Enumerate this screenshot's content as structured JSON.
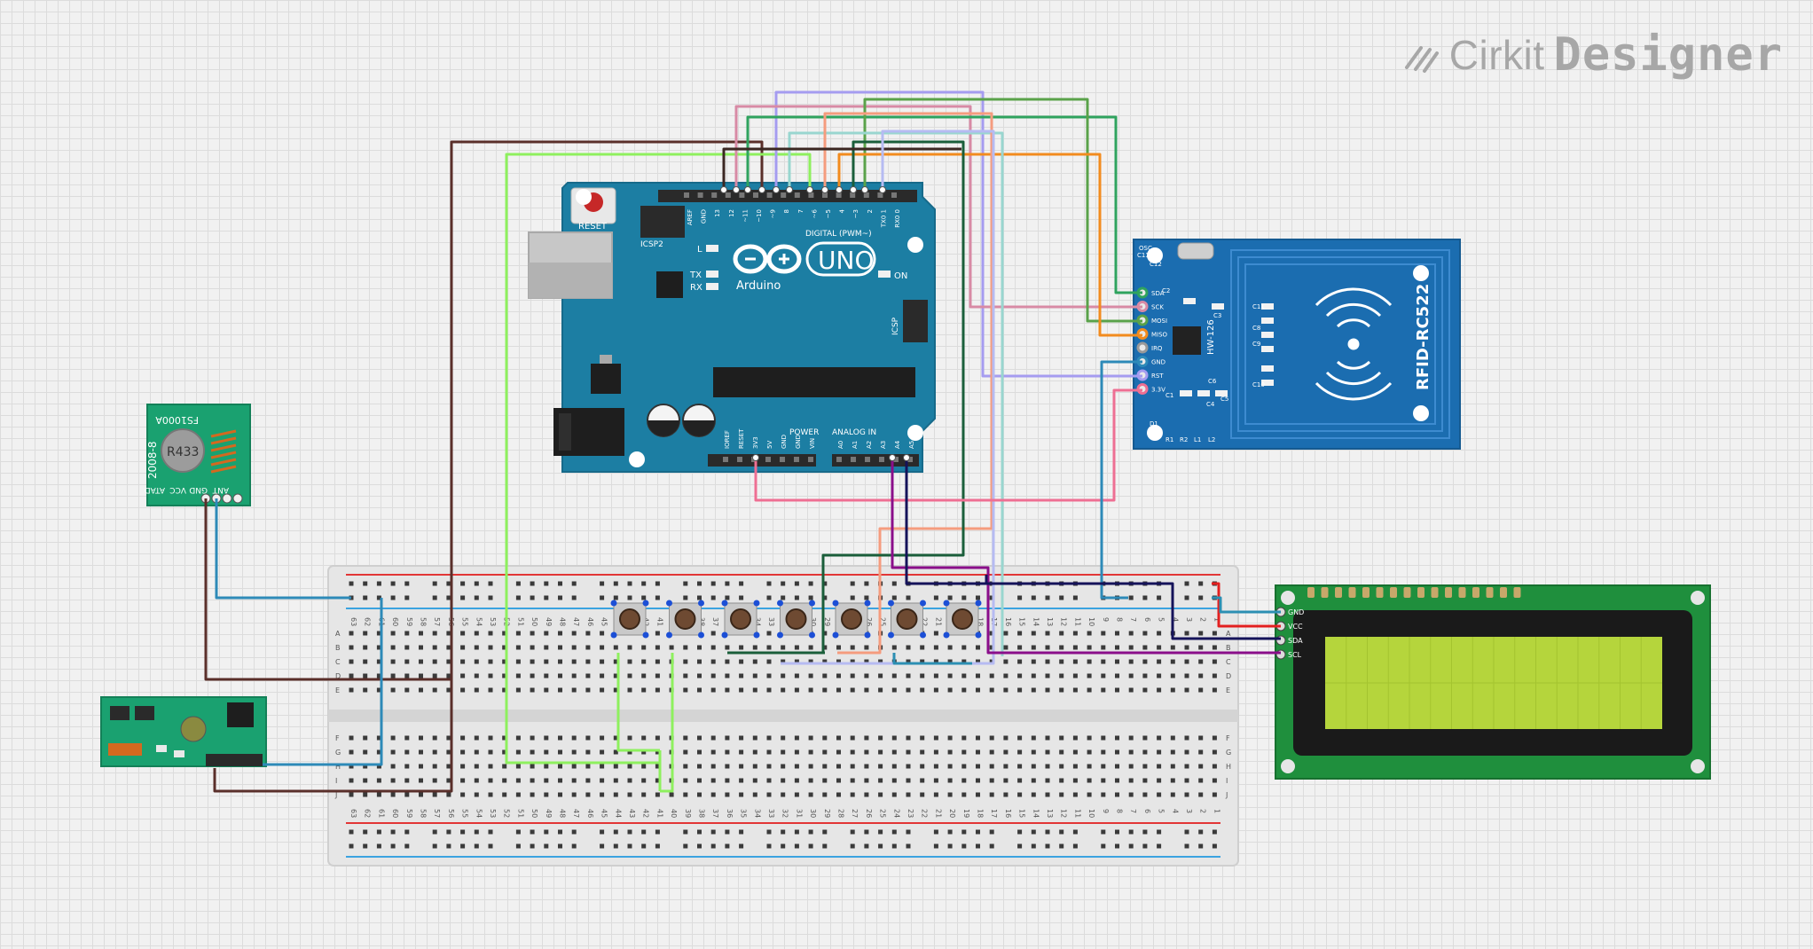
{
  "brand": {
    "logo_text": "Cirkit",
    "product": "Designer"
  },
  "arduino": {
    "board": "Arduino",
    "model": "UNO",
    "reset_label": "RESET",
    "icsp2_label": "ICSP2",
    "icsp_label": "ICSP",
    "digital_label": "DIGITAL (PWM~)",
    "l_label": "L",
    "tx_label": "TX",
    "rx_label": "RX",
    "on_label": "ON",
    "power_label": "POWER",
    "analog_label": "ANALOG IN",
    "digital_pins": [
      "AREF",
      "GND",
      "13",
      "12",
      "~11",
      "~10",
      "~9",
      "8",
      "7",
      "~6",
      "~5",
      "4",
      "~3",
      "2",
      "TX0 1",
      "RX0 0"
    ],
    "power_pins": [
      "IOREF",
      "RESET",
      "3V3",
      "5V",
      "GND",
      "GND",
      "VIN"
    ],
    "analog_pins": [
      "A0",
      "A1",
      "A2",
      "A3",
      "A4",
      "A5"
    ]
  },
  "rfid": {
    "name": "RFID-RC522",
    "chip": "HW-126",
    "pins": [
      "SDA",
      "SCK",
      "MOSI",
      "MISO",
      "IRQ",
      "GND",
      "RST",
      "3.3V"
    ],
    "component_labels": [
      "C13",
      "C2",
      "C3",
      "C11",
      "C8",
      "C9",
      "C10",
      "C4",
      "C5",
      "C1",
      "C6",
      "R1",
      "R2",
      "L1",
      "L2",
      "D1",
      "C12",
      "OSC"
    ]
  },
  "lcd": {
    "pins": [
      "GND",
      "VCC",
      "SDA",
      "SCL"
    ]
  },
  "rf_transmitter": {
    "model": "FS1000A",
    "crystal": "R433",
    "batch": "2008-8",
    "pins": [
      "ATAD",
      "VCC",
      "GND",
      "ANT"
    ]
  },
  "rf_receiver": {},
  "breadboard": {
    "top_numbers": [
      "63",
      "62",
      "61",
      "60",
      "59",
      "58",
      "57",
      "56",
      "55",
      "54",
      "53",
      "52",
      "51",
      "50",
      "49",
      "48",
      "47",
      "46",
      "45",
      "44",
      "43",
      "42",
      "41",
      "40",
      "39",
      "38",
      "37",
      "36",
      "35",
      "34",
      "33",
      "32",
      "31",
      "30",
      "29",
      "28",
      "27",
      "26",
      "25",
      "24",
      "23",
      "22",
      "21",
      "20",
      "19",
      "18",
      "17",
      "16",
      "15",
      "14",
      "13",
      "12",
      "11",
      "10",
      "9",
      "8",
      "7",
      "6",
      "5",
      "4",
      "3",
      "2",
      "1"
    ],
    "bottom_numbers": [
      "63",
      "62",
      "61",
      "60",
      "59",
      "58",
      "57",
      "56",
      "55",
      "54",
      "53",
      "52",
      "51",
      "50",
      "49",
      "48",
      "47",
      "46",
      "45",
      "44",
      "43",
      "42",
      "41",
      "40",
      "39",
      "38",
      "37",
      "36",
      "35",
      "34",
      "33",
      "32",
      "31",
      "30",
      "29",
      "28",
      "27",
      "26",
      "25",
      "24",
      "23",
      "22",
      "21",
      "20",
      "19",
      "18",
      "17",
      "16",
      "15",
      "14",
      "13",
      "12",
      "11",
      "10",
      "9",
      "8",
      "7",
      "6",
      "5",
      "4",
      "3",
      "2",
      "1"
    ],
    "row_letters_top": [
      "A",
      "B",
      "C",
      "D",
      "E"
    ],
    "row_letters_bottom": [
      "F",
      "G",
      "H",
      "I",
      "J"
    ]
  },
  "pushbuttons": {
    "count": 7
  }
}
